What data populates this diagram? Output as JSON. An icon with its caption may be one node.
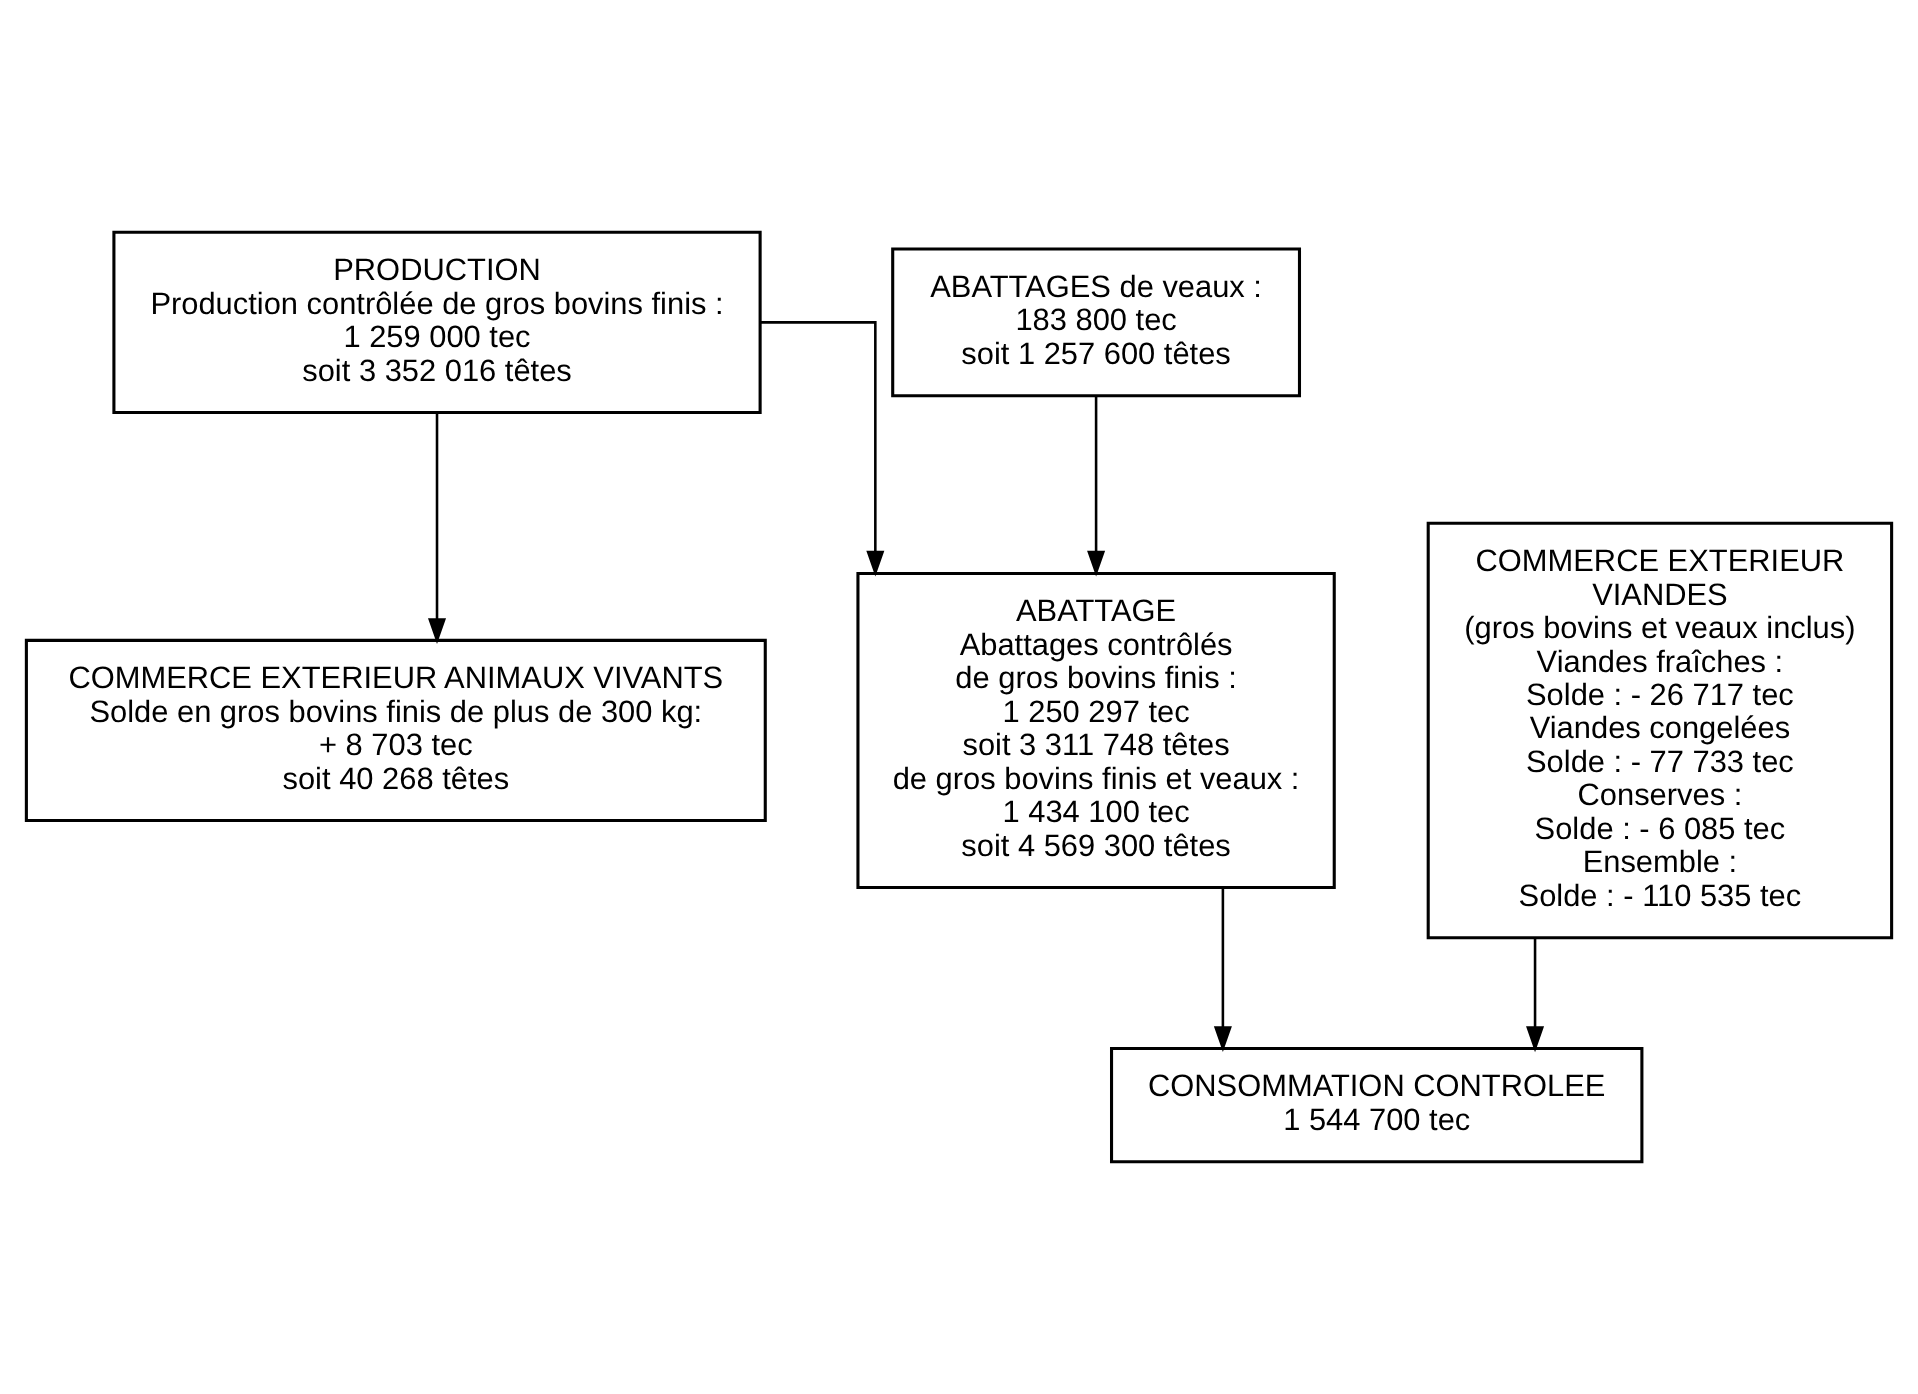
{
  "diagram": {
    "nodes": [
      {
        "text": [
          "PRODUCTION",
          "Production contrôlée de gros bovins finis :",
          "1 259 000 tec",
          "soit 3 352 016 têtes"
        ]
      },
      {
        "text": [
          "COMMERCE EXTERIEUR ANIMAUX VIVANTS",
          "Solde en gros bovins finis de plus de 300 kg:",
          "+ 8 703 tec",
          "soit 40 268 têtes"
        ]
      },
      {
        "text": [
          "ABATTAGES de veaux :",
          "183 800 tec",
          "soit 1 257 600 têtes"
        ]
      },
      {
        "text": [
          "ABATTAGE",
          "Abattages contrôlés",
          "de gros bovins finis :",
          "1 250 297 tec",
          "soit 3 311 748 têtes",
          "de gros bovins finis et veaux :",
          "1 434 100 tec",
          "soit 4 569 300 têtes"
        ]
      },
      {
        "text": [
          "COMMERCE EXTERIEUR",
          "VIANDES",
          "(gros bovins et veaux inclus)",
          "Viandes fraîches :",
          "Solde : - 26 717 tec",
          "Viandes congelées",
          "Solde : - 77 733 tec",
          "Conserves :",
          "Solde : - 6 085 tec",
          "Ensemble :",
          "Solde : - 110 535 tec"
        ]
      },
      {
        "text": [
          "CONSOMMATION CONTROLEE",
          "1 544 700 tec"
        ]
      }
    ],
    "edges": [
      {
        "from": 0,
        "to": 1,
        "arrow": "to"
      },
      {
        "from": 0,
        "to": 3,
        "arrow": "to"
      },
      {
        "from": 2,
        "to": 3,
        "arrow": "to"
      },
      {
        "from": 3,
        "to": 5,
        "arrow": "to"
      },
      {
        "from": 4,
        "to": 5,
        "arrow": "to"
      }
    ]
  }
}
